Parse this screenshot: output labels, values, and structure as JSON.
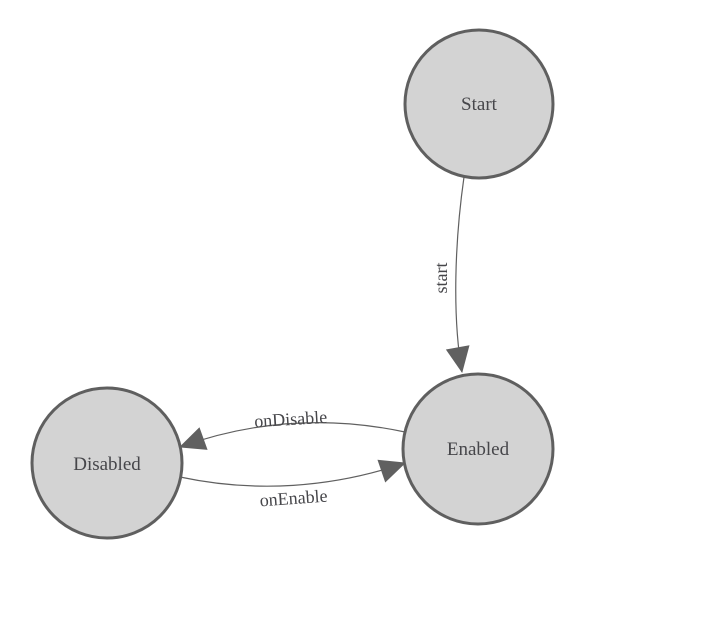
{
  "diagram": {
    "type": "state-machine",
    "background_color": "#ffffff",
    "node_fill_color": "#d3d3d3",
    "node_border_color": "#5f5f5f",
    "edge_color": "#606060",
    "arrow_color": "#606060",
    "label_color": "#46464a",
    "nodes": [
      {
        "id": "start",
        "label": "Start"
      },
      {
        "id": "enabled",
        "label": "Enabled"
      },
      {
        "id": "disabled",
        "label": "Disabled"
      }
    ],
    "edges": [
      {
        "label": "start",
        "from": "start",
        "to": "enabled"
      },
      {
        "label": "onDisable",
        "from": "enabled",
        "to": "disabled"
      },
      {
        "label": "onEnable",
        "from": "disabled",
        "to": "enabled"
      }
    ]
  }
}
